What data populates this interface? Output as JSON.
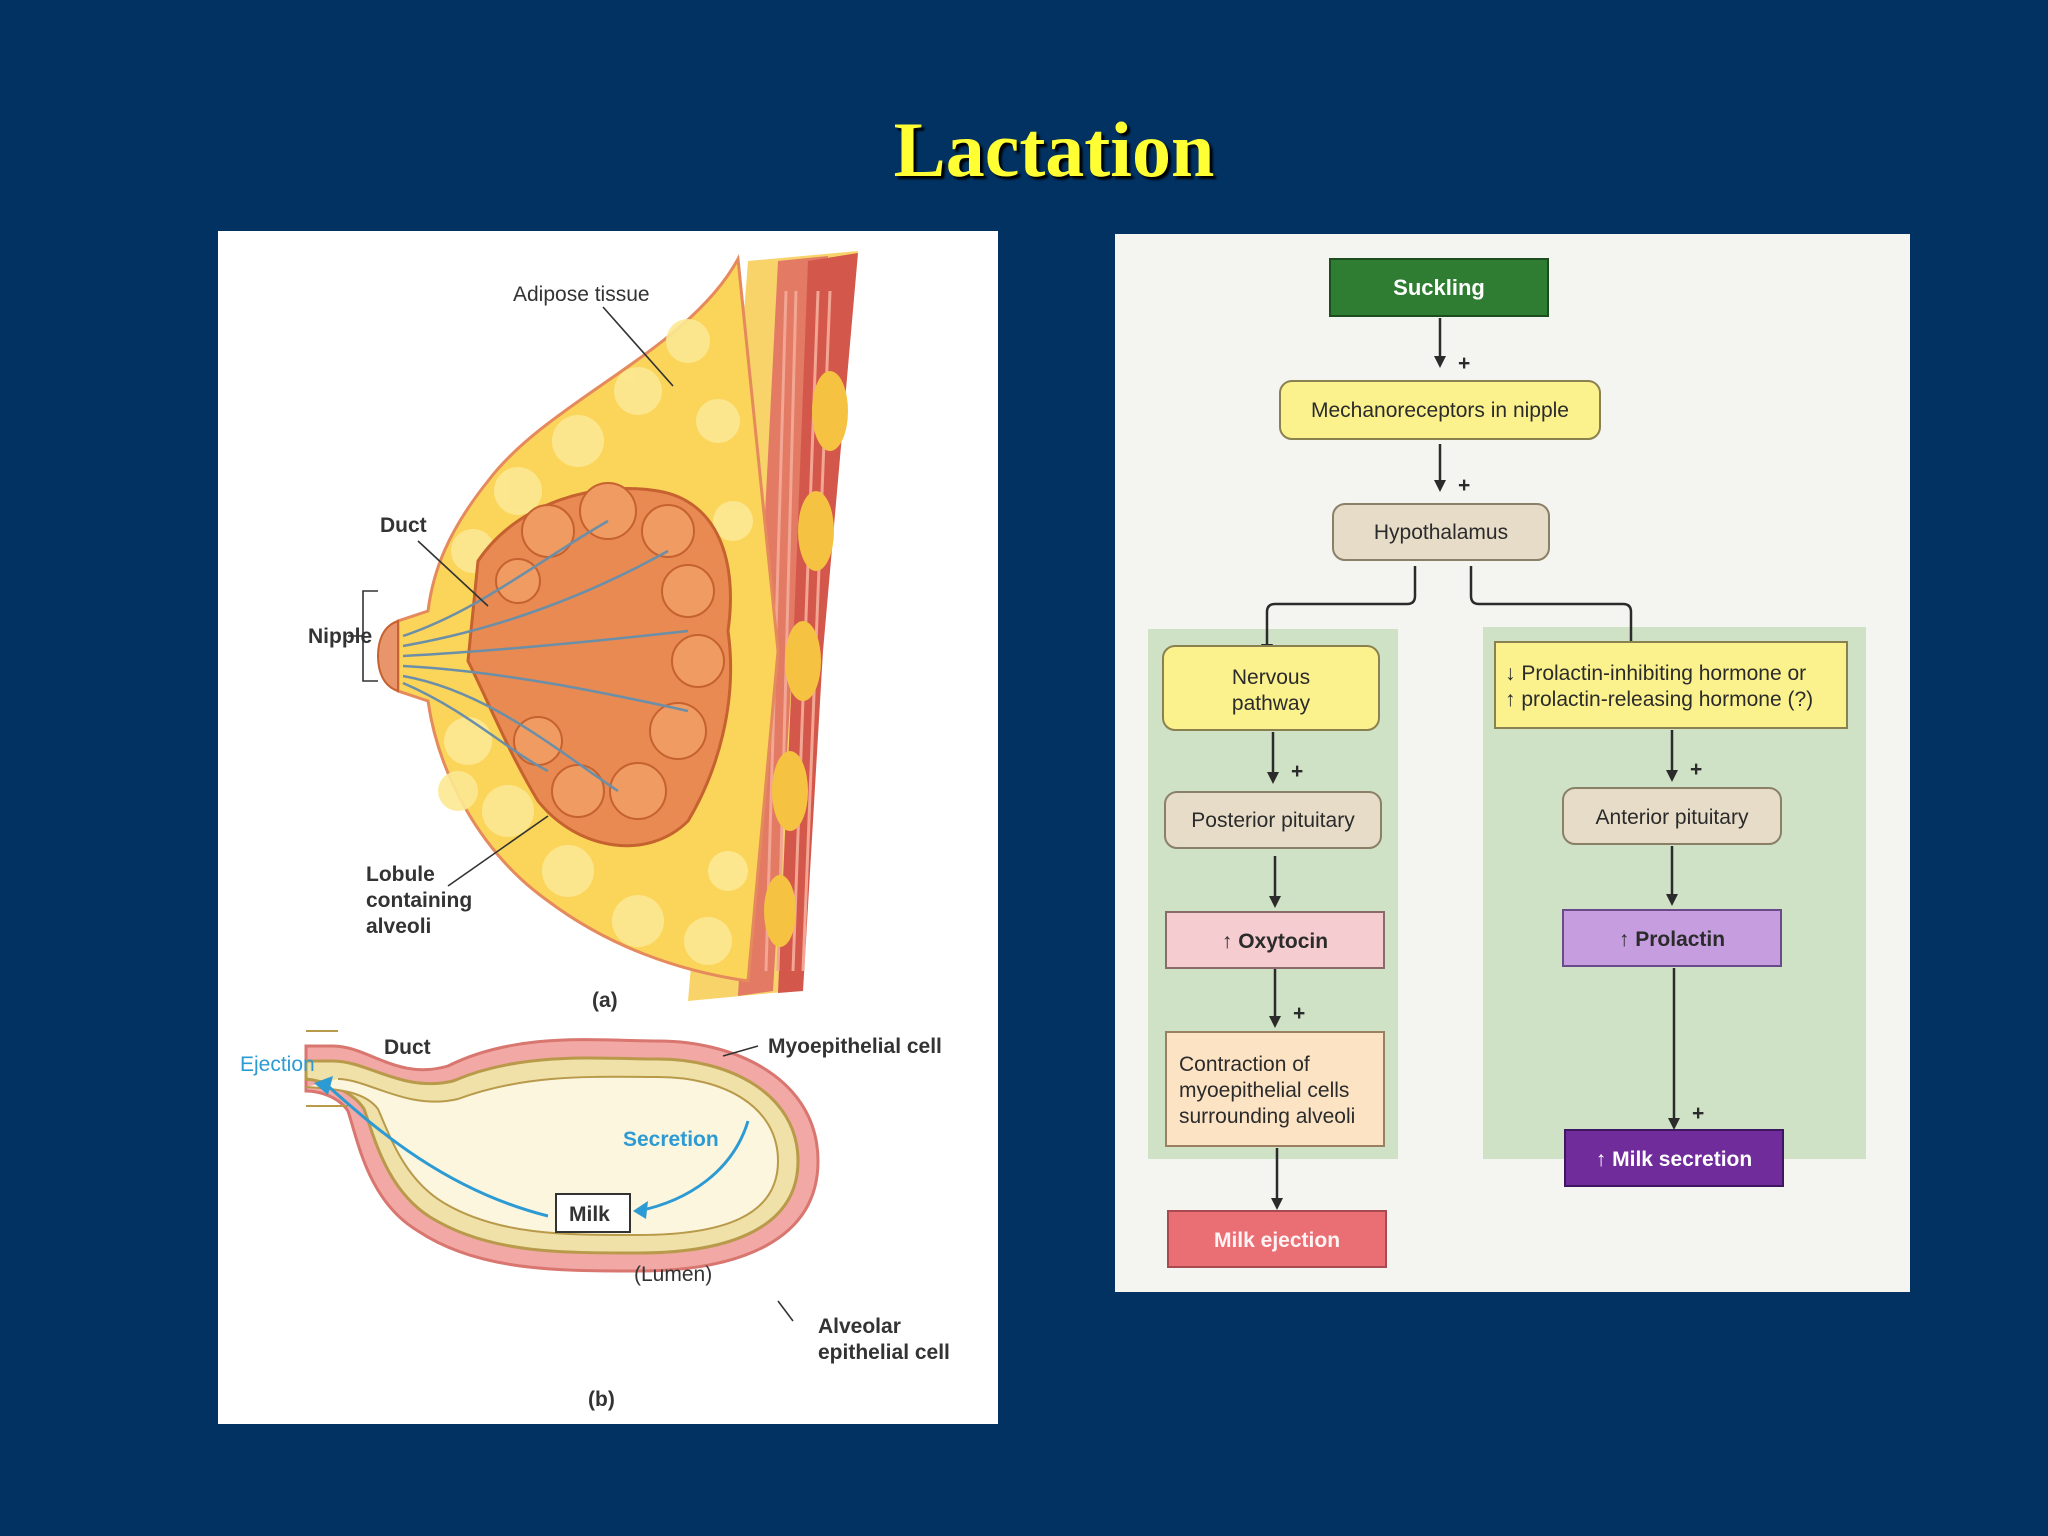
{
  "slide": {
    "title": "Lactation"
  },
  "anatomy": {
    "labels": {
      "adipose": "Adipose tissue",
      "duct": "Duct",
      "nipple": "Nipple",
      "lobule_1": "Lobule",
      "lobule_2": "containing",
      "lobule_3": "alveoli",
      "caption_a": "(a)",
      "ejection": "Ejection",
      "duct_b": "Duct",
      "myoepithelial": "Myoepithelial cell",
      "secretion": "Secretion",
      "milk": "Milk",
      "lumen": "(Lumen)",
      "alveolar_1": "Alveolar",
      "alveolar_2": "epithelial cell",
      "caption_b": "(b)"
    }
  },
  "flowchart": {
    "plus": "+",
    "suckling": "Suckling",
    "mechanoreceptors": "Mechanoreceptors in nipple",
    "hypothalamus": "Hypothalamus",
    "nervous_1": "Nervous",
    "nervous_2": "pathway",
    "posterior": "Posterior pituitary",
    "oxytocin": "↑ Oxytocin",
    "contraction_1": "Contraction of",
    "contraction_2": "myoepithelial cells",
    "contraction_3": "surrounding alveoli",
    "milk_ejection": "Milk ejection",
    "pih_1": "↓ Prolactin-inhibiting hormone or",
    "pih_2": "↑ prolactin-releasing hormone (?)",
    "anterior": "Anterior pituitary",
    "prolactin": "↑ Prolactin",
    "milk_secretion": "↑ Milk secretion"
  },
  "colors": {
    "background": "#023262",
    "title": "#ffff33",
    "suckling": "#2e7d32",
    "yellow_box": "#fbf28d",
    "tan_box": "#e6dcc8",
    "pink_box": "#f5cdd0",
    "peach_box": "#fbe3c4",
    "ejection_box": "#ea6f75",
    "purple_light": "#c69ee0",
    "purple_dark": "#6f2c9a",
    "green_panel": "#cfe2c6",
    "blue_label": "#2d9bd3"
  }
}
